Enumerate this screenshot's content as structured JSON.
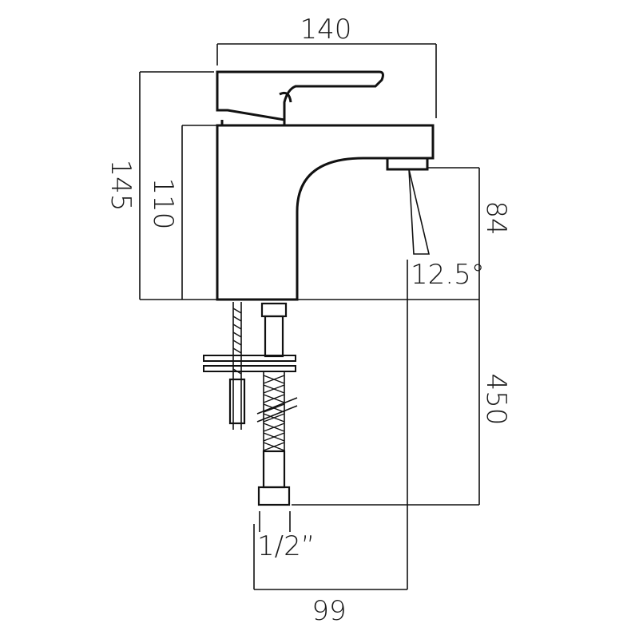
{
  "dimensions": {
    "width": "140",
    "height_total": "145",
    "height_spout": "110",
    "spout_clearance": "84",
    "spray_angle": "12.5°",
    "hose_length": "450",
    "connector": "1/2”",
    "tail_offset": "99"
  }
}
